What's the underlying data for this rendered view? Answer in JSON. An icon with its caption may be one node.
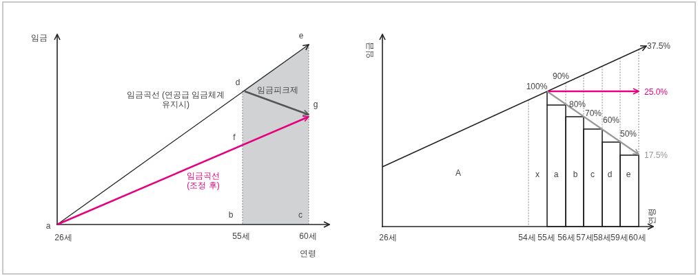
{
  "diagram": {
    "labels": [
      "임금",
      "e",
      "d",
      "임금곡선 (연공급 임금체계 유지시)",
      "임금피크제",
      "g",
      "f",
      "임금곡선 (조정 후)",
      "a",
      "b",
      "c",
      "26세",
      "55세",
      "60세",
      "연령",
      "임금",
      "37.5%",
      "90%",
      "100%",
      "25.0%",
      "80%",
      "70%",
      "60%",
      "50%",
      "17.5%",
      "A",
      "x",
      "a",
      "b",
      "c",
      "d",
      "e",
      "연령",
      "26세",
      "54세",
      "55세",
      "56세",
      "57세",
      "58세",
      "59세",
      "60세"
    ]
  }
}
